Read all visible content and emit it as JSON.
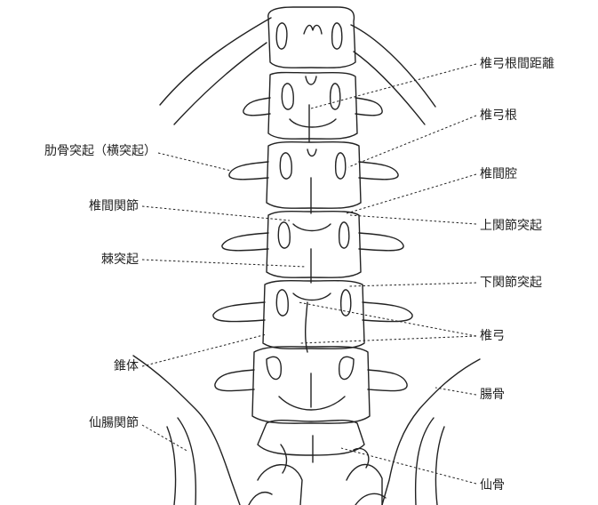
{
  "labels": {
    "pedicle_distance": "椎弓根間距離",
    "pedicle": "椎弓根",
    "costal_process": "肋骨突起（横突起）",
    "intervertebral_foramen": "椎間腔",
    "facet_joint": "椎間関節",
    "superior_articular_process": "上関節突起",
    "spinous_process": "棘突起",
    "inferior_articular_process": "下関節突起",
    "lamina": "椎弓",
    "vertebral_body": "錐体",
    "ilium": "腸骨",
    "sacroiliac_joint": "仙腸関節",
    "sacrum": "仙骨"
  },
  "colors": {
    "line": "#222222",
    "background": "#ffffff"
  }
}
